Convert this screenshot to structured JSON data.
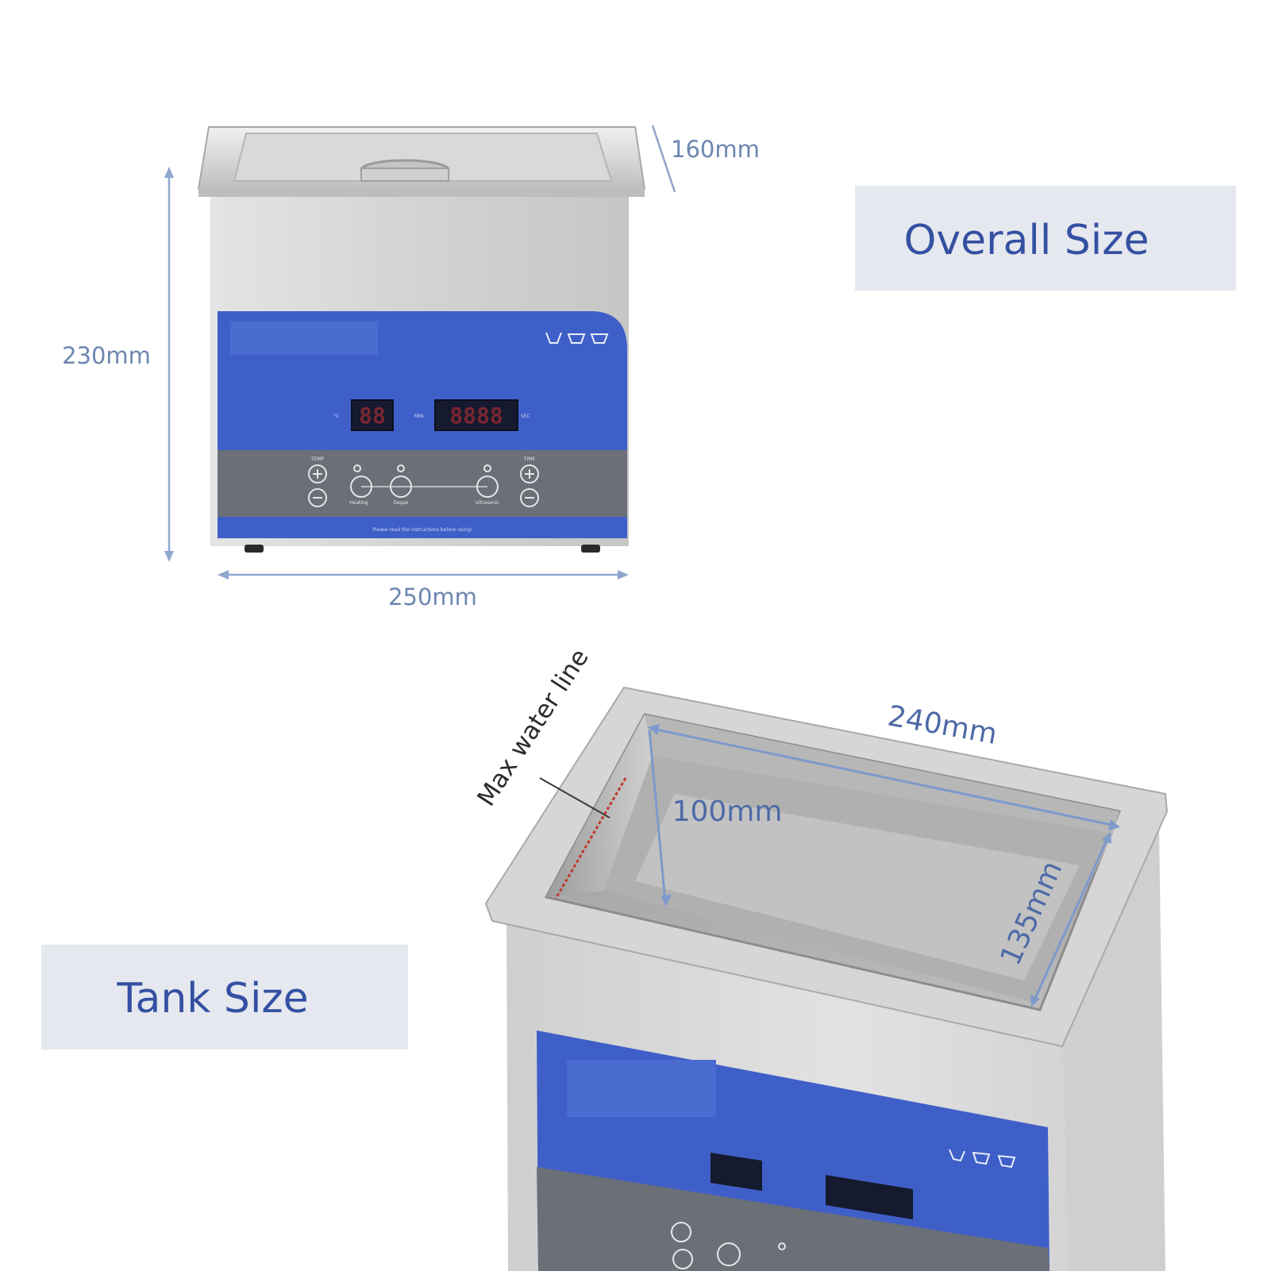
{
  "overall": {
    "label": "Overall Size",
    "width": "250mm",
    "height": "230mm",
    "depth": "160mm"
  },
  "tank": {
    "label": "Tank Size",
    "length": "240mm",
    "depth": "100mm",
    "width": "135mm",
    "max_water_line": "Max water line"
  },
  "panel": {
    "temp_display": "88",
    "time_display": "8888",
    "temp_unit": "°C",
    "time_unit_min": "MIN",
    "time_unit_sec": "SEC",
    "temp_label": "TEMP",
    "time_label": "TIME",
    "heating_label": "Heating",
    "degas_label": "Degas",
    "ultrasonic_label": "Ultrasonic",
    "notice": "Please read the instructions before using!"
  },
  "colors": {
    "accent": "#3450a2",
    "dimension_line": "#8fa7cf",
    "label_box": "#e6e8ef",
    "panel_blue": "#3f5fc8",
    "panel_gray": "#6b6f78",
    "steel": "#d8d8d8"
  }
}
